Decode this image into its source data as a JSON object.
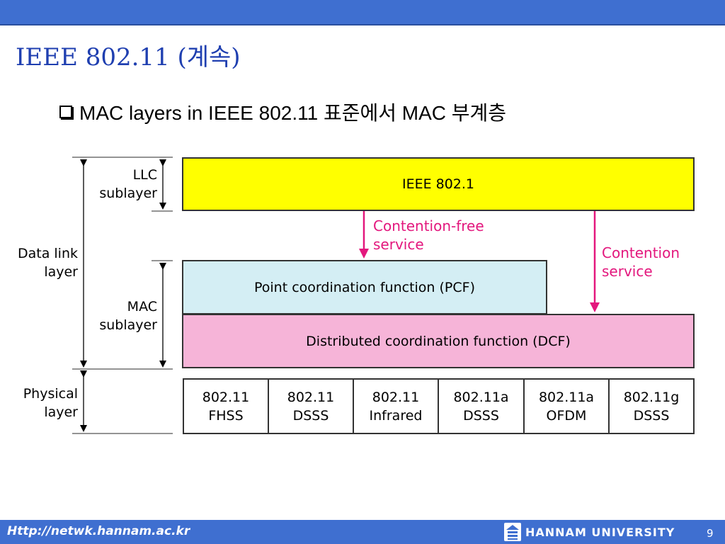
{
  "slide": {
    "title": "IEEE 802.11 (계속)",
    "bullet": "MAC layers in IEEE 802.11 표준에서 MAC 부계층",
    "page_number": "9"
  },
  "diagram": {
    "left_labels": {
      "llc": [
        "LLC",
        "sublayer"
      ],
      "data_link": [
        "Data link",
        "layer"
      ],
      "mac": [
        "MAC",
        "sublayer"
      ],
      "physical": [
        "Physical",
        "layer"
      ]
    },
    "boxes": {
      "ieee_8021": "IEEE 802.1",
      "pcf": "Point coordination function (PCF)",
      "dcf": "Distributed coordination function (DCF)"
    },
    "arrows": {
      "contention_free": [
        "Contention-free",
        "service"
      ],
      "contention": [
        "Contention",
        "service"
      ]
    },
    "physical_cells": [
      [
        "802.11",
        "FHSS"
      ],
      [
        "802.11",
        "DSSS"
      ],
      [
        "802.11",
        "Infrared"
      ],
      [
        "802.11a",
        "DSSS"
      ],
      [
        "802.11a",
        "OFDM"
      ],
      [
        "802.11g",
        "DSSS"
      ]
    ],
    "colors": {
      "ieee_box": "#ffff00",
      "pcf_box": "#d4eef4",
      "dcf_box": "#f6b4d8",
      "arrow": "#e3177d",
      "title": "#1f3fb0",
      "bars": "#3f6fd0"
    }
  },
  "footer": {
    "url": "Http://netwk.hannam.ac.kr",
    "university": "HANNAM UNIVERSITY"
  }
}
